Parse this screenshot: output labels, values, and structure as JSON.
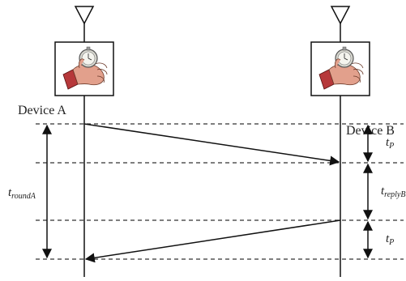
{
  "devices": [
    {
      "label": "Device A"
    },
    {
      "label": "Device B"
    }
  ],
  "intervals": {
    "tp_top": {
      "base": "t",
      "sub": "P"
    },
    "treply": {
      "base": "t",
      "sub": "replyB"
    },
    "tp_bottom": {
      "base": "t",
      "sub": "P"
    },
    "tround": {
      "base": "t",
      "sub": "roundA"
    }
  },
  "icons": {
    "antenna": "antenna-icon",
    "stopwatch": "stopwatch-hand-icon"
  },
  "colors": {
    "line": "#111111",
    "dash": "#333333",
    "skin": "#e2a08c",
    "sleeve": "#b6383a"
  }
}
